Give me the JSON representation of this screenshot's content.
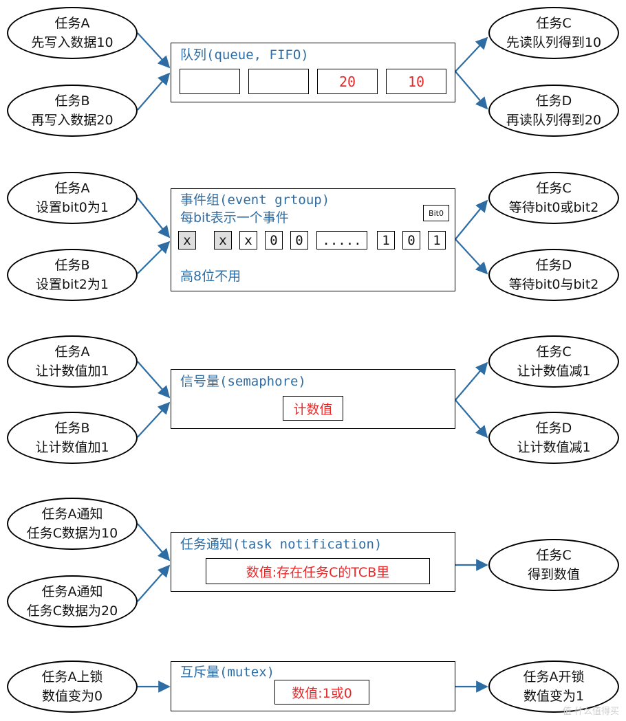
{
  "colors": {
    "accent": "#2E6DA4",
    "value_red": "#E8292A",
    "border": "#000000"
  },
  "sections": [
    {
      "id": "queue",
      "title": "队列(queue, FIFO)",
      "left_tasks": [
        [
          "任务A",
          "先写入数据10"
        ],
        [
          "任务B",
          "再写入数据20"
        ]
      ],
      "right_tasks": [
        [
          "任务C",
          "先读队列得到10"
        ],
        [
          "任务D",
          "再读队列得到20"
        ]
      ],
      "cells": [
        "",
        "",
        "20",
        "10"
      ]
    },
    {
      "id": "event_group",
      "title": "事件组(event grtoup)",
      "subtitle": "每bit表示一个事件",
      "left_tasks": [
        [
          "任务A",
          "设置bit0为1"
        ],
        [
          "任务B",
          "设置bit2为1"
        ]
      ],
      "right_tasks": [
        [
          "任务C",
          "等待bit0或bit2"
        ],
        [
          "任务D",
          "等待bit0与bit2"
        ]
      ],
      "bits": [
        "x",
        "x",
        "x",
        "0",
        "0",
        ".....",
        "1",
        "0",
        "1"
      ],
      "bit0_label": "Bit0",
      "high_bits_note": "高8位不用"
    },
    {
      "id": "semaphore",
      "title": "信号量(semaphore)",
      "left_tasks": [
        [
          "任务A",
          "让计数值加1"
        ],
        [
          "任务B",
          "让计数值加1"
        ]
      ],
      "right_tasks": [
        [
          "任务C",
          "让计数值减1"
        ],
        [
          "任务D",
          "让计数值减1"
        ]
      ],
      "value_label": "计数值"
    },
    {
      "id": "task_notification",
      "title": "任务通知(task notification)",
      "left_tasks": [
        [
          "任务A通知",
          "任务C数据为10"
        ],
        [
          "任务A通知",
          "任务C数据为20"
        ]
      ],
      "right_tasks": [
        [
          "任务C",
          "得到数值"
        ]
      ],
      "value_label": "数值:存在任务C的TCB里"
    },
    {
      "id": "mutex",
      "title": "互斥量(mutex)",
      "left_tasks": [
        [
          "任务A上锁",
          "数值变为0"
        ]
      ],
      "right_tasks": [
        [
          "任务A开锁",
          "数值变为1"
        ]
      ],
      "value_label": "数值:1或0"
    }
  ],
  "watermark": "值 什么值得买"
}
